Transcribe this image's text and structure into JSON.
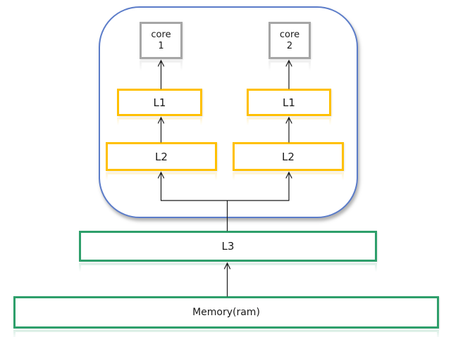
{
  "diagram": {
    "type": "cpu-cache-hierarchy",
    "nodes": {
      "core1": {
        "label_line1": "core",
        "label_line2": "1"
      },
      "core2": {
        "label_line1": "core",
        "label_line2": "2"
      },
      "l1_left": {
        "label": "L1"
      },
      "l1_right": {
        "label": "L1"
      },
      "l2_left": {
        "label": "L2"
      },
      "l2_right": {
        "label": "L2"
      },
      "l3": {
        "label": "L3"
      },
      "memory": {
        "label": "Memory(ram)"
      }
    },
    "colors": {
      "chip_outline": "#5B7CC9",
      "core_outline": "#A6A6A6",
      "cache_outline": "#FFC000",
      "memory_outline": "#2E9F6B",
      "connector": "#1A1A1A"
    }
  }
}
